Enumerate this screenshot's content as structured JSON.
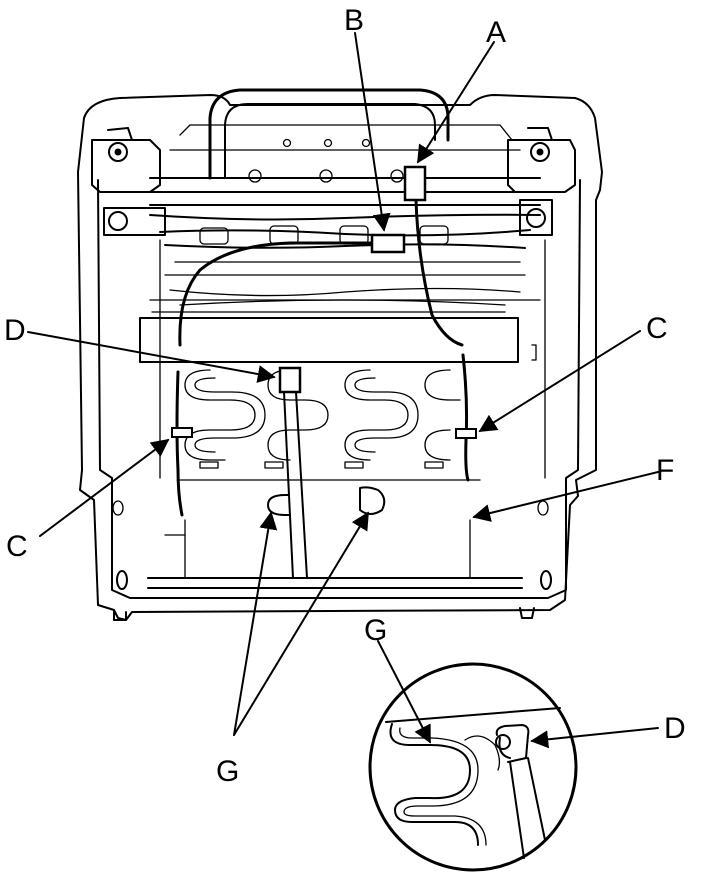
{
  "diagram": {
    "labels": {
      "a": "A",
      "b": "B",
      "c_left": "C",
      "c_right": "C",
      "d_main": "D",
      "d_inset": "D",
      "f": "F",
      "g_main": "G",
      "g_inset": "G"
    }
  }
}
